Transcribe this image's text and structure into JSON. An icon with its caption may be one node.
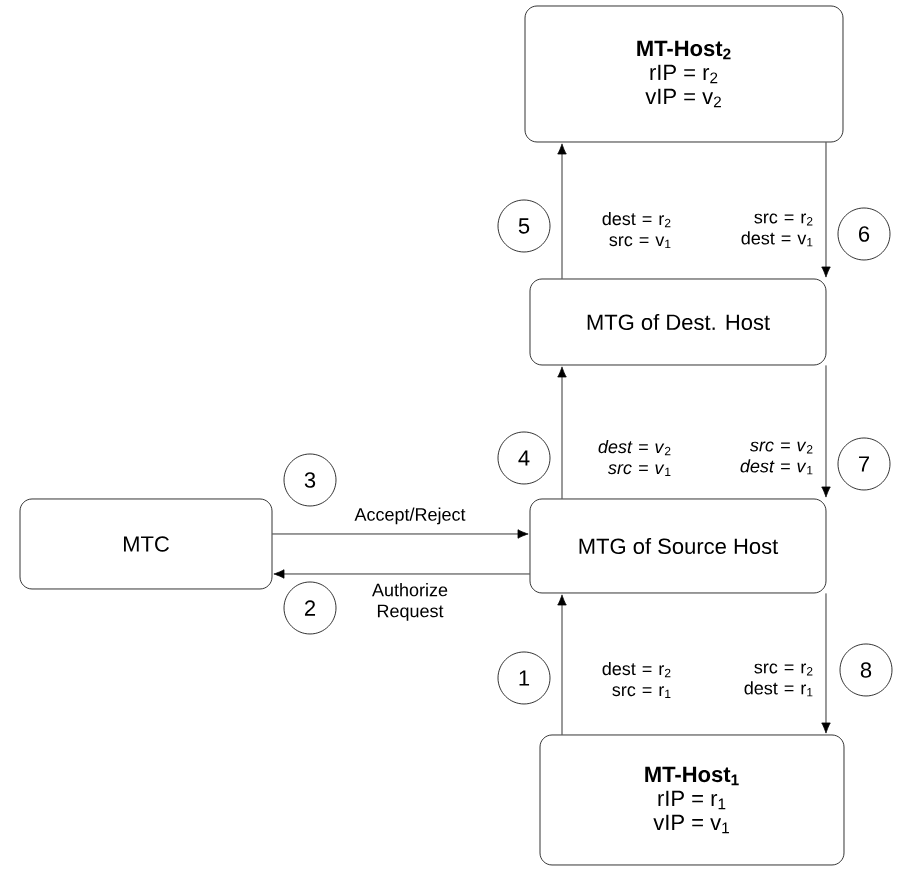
{
  "diagram": {
    "nodes": [
      {
        "text": [
          "MT-Host$_{2}$",
          "rIP = r$_{2}$",
          "vIP = v$_{2}$"
        ]
      },
      {
        "text": [
          "MTG of Dest. Host"
        ]
      },
      {
        "text": [
          "MTC"
        ]
      },
      {
        "text": [
          "MTG of Source Host"
        ]
      },
      {
        "text": [
          "MT-Host$_{1}$",
          "rIP = r$_{1}$",
          "vIP = v$_{1}$"
        ]
      },
      {
        "text": [
          "1"
        ]
      },
      {
        "text": [
          "2"
        ]
      },
      {
        "text": [
          "3"
        ]
      },
      {
        "text": [
          "4"
        ]
      },
      {
        "text": [
          "5"
        ]
      },
      {
        "text": [
          "6"
        ]
      },
      {
        "text": [
          "7"
        ]
      },
      {
        "text": [
          "8"
        ]
      }
    ],
    "edges": [
      {
        "from": 4,
        "to": 3,
        "arrow": "to",
        "label": "dest = r$_{2}$ src = r$_{1}$"
      },
      {
        "from": 3,
        "to": 4,
        "arrow": "to",
        "label": "src = r$_{2}$ dest = r$_{1}$"
      },
      {
        "from": 3,
        "to": 2,
        "arrow": "to",
        "label": "Authorize Request"
      },
      {
        "from": 2,
        "to": 3,
        "arrow": "to",
        "label": "Accept/Reject"
      },
      {
        "from": 3,
        "to": 1,
        "arrow": "to",
        "label": "*dest = v*$_{2}$ *src = v*$_{1}$"
      },
      {
        "from": 1,
        "to": 3,
        "arrow": "to",
        "label": "*src = v*$_{2}$ *dest = v*$_{1}$"
      },
      {
        "from": 1,
        "to": 0,
        "arrow": "to",
        "label": "dest = r$_{2}$ src = v$_{1}$"
      },
      {
        "from": 0,
        "to": 1,
        "arrow": "to",
        "label": "src = r$_{2}$ dest = v$_{1}$"
      }
    ]
  }
}
